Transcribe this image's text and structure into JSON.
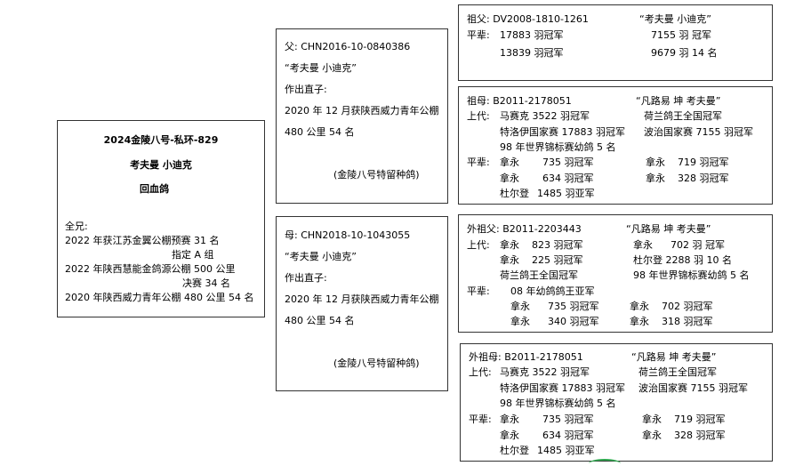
{
  "subject": {
    "ring": "2024金陵八号-私环-829",
    "name": "考夫曼 小迪克",
    "eye": "回血鸽",
    "siblings_label": "全兄:",
    "siblings_results": [
      "2022 年获江苏金翼公棚预赛 31 名",
      "指定 A 组",
      "2022 年陕西慧能金鸽源公棚 500 公里",
      "决赛 34 名",
      "2020 年陕西威力青年公棚 480 公里 54 名"
    ]
  },
  "sire": {
    "ring": "父: CHN2016-10-0840386",
    "name": "“考夫曼 小迪克”",
    "offspring_label": "作出直子:",
    "result_line1": "2020 年 12 月获陕西威力青年公棚",
    "result_line2": "480 公里 54 名",
    "note": "(金陵八号特留种鸽)"
  },
  "dam": {
    "ring": "母: CHN2018-10-1043055",
    "name": "“考夫曼 小迪克”",
    "offspring_label": "作出直子:",
    "result_line1": "2020 年 12 月获陕西威力青年公棚",
    "result_line2": "480 公里 54 名",
    "note": "(金陵八号特留种鸽)"
  },
  "paternal_grandsire": {
    "ring": "祖父: DV2008-1810-1261",
    "name": "“考夫曼 小迪克”",
    "siblings_label": "平辈:",
    "siblings": [
      [
        "17883 羽冠军",
        "7155 羽 冠军"
      ],
      [
        "13839 羽冠军",
        "9679 羽 14 名"
      ]
    ]
  },
  "paternal_granddam": {
    "ring": "祖母: B2011-2178051",
    "name": "“凡路易 坤 考夫曼”",
    "ancestors_label": "上代:",
    "ancestors": [
      [
        "马赛克 3522 羽冠军",
        "荷兰鸽王全国冠军"
      ],
      [
        "特洛伊国家赛 17883 羽冠军",
        "波治国家赛 7155 羽冠军"
      ],
      [
        "98 年世界锦标赛幼鸽 5 名",
        ""
      ]
    ],
    "siblings_label": "平辈:",
    "siblings": [
      [
        "拿永",
        "735 羽冠军",
        "拿永",
        "719 羽冠军"
      ],
      [
        "拿永",
        "634 羽冠军",
        "拿永",
        "328 羽冠军"
      ],
      [
        "杜尔登",
        "1485 羽亚军",
        "",
        ""
      ]
    ]
  },
  "maternal_grandsire": {
    "ring": "外祖父: B2011-2203443",
    "name": "“凡路易 坤 考夫曼”",
    "ancestors_label": "上代:",
    "ancestors": [
      [
        "拿永",
        "823 羽冠军",
        "拿永",
        "702 羽 冠军"
      ],
      [
        "拿永",
        "225 羽冠军",
        "杜尔登 2288 羽 10 名",
        ""
      ]
    ],
    "ancestors_extra": [
      "荷兰鸽王全国冠军",
      "98 年世界锦标赛幼鸽 5 名"
    ],
    "siblings_label": "平辈:",
    "siblings_title": "08 年幼鸽鸽王亚军",
    "siblings": [
      [
        "拿永",
        "735 羽冠军",
        "拿永",
        "702 羽冠军"
      ],
      [
        "拿永",
        "340 羽冠军",
        "拿永",
        "318 羽冠军"
      ]
    ]
  },
  "maternal_granddam": {
    "ring": "外祖母: B2011-2178051",
    "name": "“凡路易 坤 考夫曼”",
    "ancestors_label": "上代:",
    "ancestors": [
      [
        "马赛克 3522 羽冠军",
        "荷兰鸽王全国冠军"
      ],
      [
        "特洛伊国家赛 17883 羽冠军",
        "波治国家赛 7155 羽冠军"
      ],
      [
        "98 年世界锦标赛幼鸽 5 名",
        ""
      ]
    ],
    "siblings_label": "平辈:",
    "siblings": [
      [
        "拿永",
        "735 羽冠军",
        "拿永",
        "719 羽冠军"
      ],
      [
        "拿永",
        "634 羽冠军",
        "拿永",
        "328 羽冠军"
      ],
      [
        "杜尔登",
        "1485 羽亚军",
        "",
        ""
      ]
    ]
  }
}
